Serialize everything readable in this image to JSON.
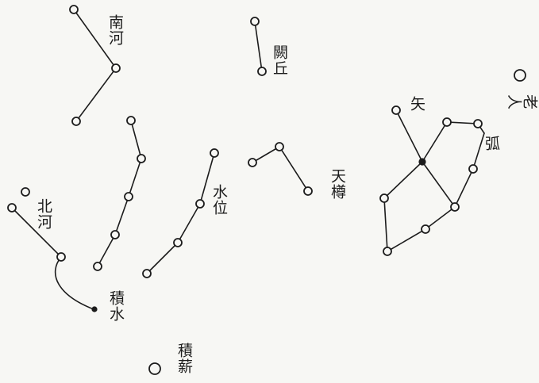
{
  "labels": {
    "nanhe": "南河",
    "queqiu": "闕丘",
    "laoren": "老人",
    "shi": "矢",
    "hu": "弧",
    "tianzun": "天樽",
    "shuiwei": "水位",
    "beihe": "北河",
    "jishui": "積水",
    "jixin": "積薪"
  },
  "colors": {
    "ink": "#1c1c1c",
    "paper": "#f7f7f4"
  }
}
